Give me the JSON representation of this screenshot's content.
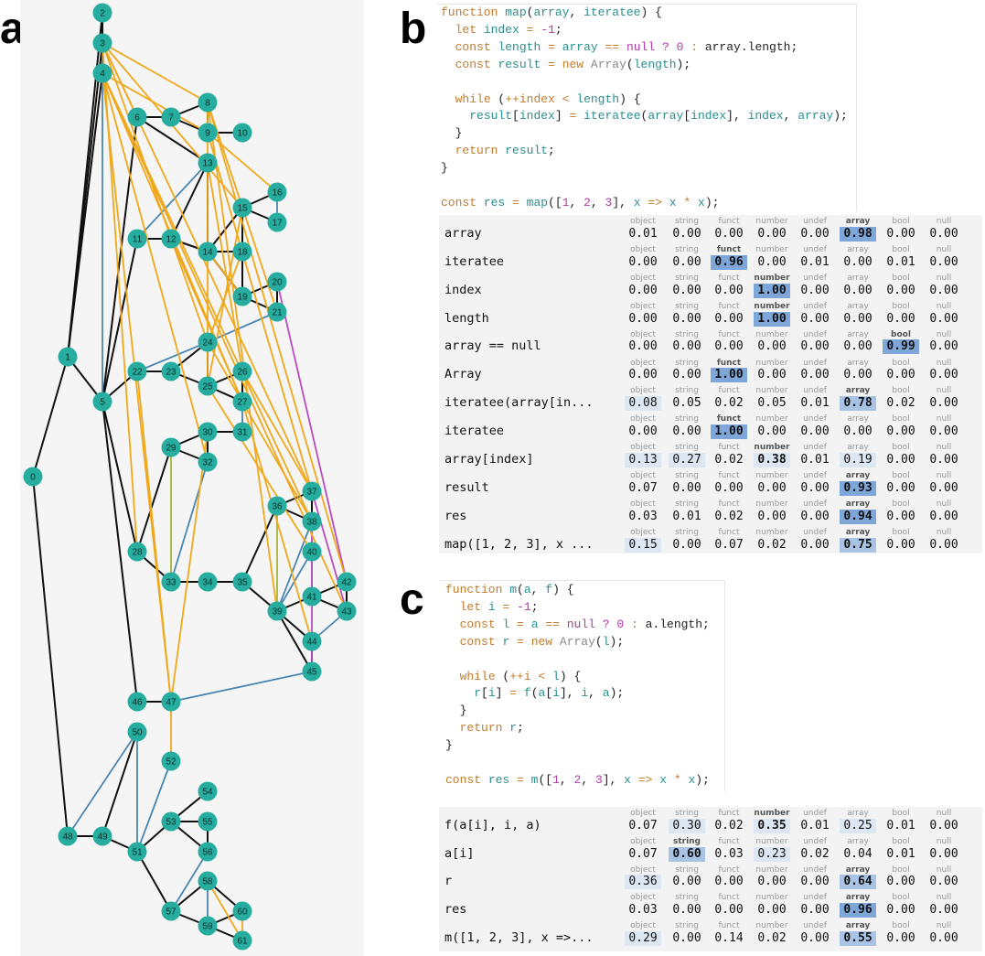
{
  "labels": {
    "a": "a",
    "b": "b",
    "c": "c"
  },
  "colors": {
    "node": "#26ad9f",
    "black": "#111111",
    "orange": "#f0a81b",
    "blue": "#4a86b0",
    "purple": "#b84cc0",
    "olive": "#a6b43a",
    "cell_strong": "#7fa6d8",
    "cell_mid": "#a9c3e5",
    "cell_light": "#dde7f3"
  },
  "graph": {
    "nodes": [
      {
        "id": "0"
      },
      {
        "id": "1"
      },
      {
        "id": "2"
      },
      {
        "id": "3"
      },
      {
        "id": "4"
      },
      {
        "id": "5"
      },
      {
        "id": "6"
      },
      {
        "id": "7"
      },
      {
        "id": "8"
      },
      {
        "id": "9"
      },
      {
        "id": "10"
      },
      {
        "id": "11"
      },
      {
        "id": "12"
      },
      {
        "id": "13"
      },
      {
        "id": "14"
      },
      {
        "id": "15"
      },
      {
        "id": "16"
      },
      {
        "id": "17"
      },
      {
        "id": "18"
      },
      {
        "id": "19"
      },
      {
        "id": "20"
      },
      {
        "id": "21"
      },
      {
        "id": "22"
      },
      {
        "id": "23"
      },
      {
        "id": "24"
      },
      {
        "id": "25"
      },
      {
        "id": "26"
      },
      {
        "id": "27"
      },
      {
        "id": "28"
      },
      {
        "id": "29"
      },
      {
        "id": "30"
      },
      {
        "id": "31"
      },
      {
        "id": "32"
      },
      {
        "id": "33"
      },
      {
        "id": "34"
      },
      {
        "id": "35"
      },
      {
        "id": "36"
      },
      {
        "id": "37"
      },
      {
        "id": "38"
      },
      {
        "id": "39"
      },
      {
        "id": "40"
      },
      {
        "id": "41"
      },
      {
        "id": "42"
      },
      {
        "id": "43"
      },
      {
        "id": "44"
      },
      {
        "id": "45"
      },
      {
        "id": "46"
      },
      {
        "id": "47"
      },
      {
        "id": "48"
      },
      {
        "id": "49"
      },
      {
        "id": "50"
      },
      {
        "id": "51"
      },
      {
        "id": "52"
      },
      {
        "id": "53"
      },
      {
        "id": "54"
      },
      {
        "id": "55"
      },
      {
        "id": "56"
      },
      {
        "id": "57"
      },
      {
        "id": "58"
      },
      {
        "id": "59"
      },
      {
        "id": "60"
      },
      {
        "id": "61"
      }
    ],
    "edges": [
      [
        "0",
        "1",
        "black"
      ],
      [
        "0",
        "48",
        "black"
      ],
      [
        "1",
        "2",
        "black"
      ],
      [
        "1",
        "3",
        "black"
      ],
      [
        "1",
        "4",
        "black"
      ],
      [
        "1",
        "5",
        "black"
      ],
      [
        "2",
        "3",
        "black"
      ],
      [
        "3",
        "4",
        "black"
      ],
      [
        "3",
        "5",
        "blue"
      ],
      [
        "5",
        "6",
        "black"
      ],
      [
        "5",
        "11",
        "black"
      ],
      [
        "5",
        "22",
        "black"
      ],
      [
        "5",
        "28",
        "black"
      ],
      [
        "5",
        "46",
        "black"
      ],
      [
        "6",
        "7",
        "black"
      ],
      [
        "6",
        "13",
        "black"
      ],
      [
        "7",
        "8",
        "black"
      ],
      [
        "7",
        "9",
        "black"
      ],
      [
        "8",
        "9",
        "black"
      ],
      [
        "9",
        "10",
        "black"
      ],
      [
        "11",
        "12",
        "black"
      ],
      [
        "11",
        "13",
        "blue"
      ],
      [
        "12",
        "13",
        "black"
      ],
      [
        "12",
        "14",
        "black"
      ],
      [
        "13",
        "14",
        "black"
      ],
      [
        "14",
        "15",
        "black"
      ],
      [
        "14",
        "18",
        "black"
      ],
      [
        "14",
        "19",
        "black"
      ],
      [
        "15",
        "16",
        "black"
      ],
      [
        "15",
        "17",
        "black"
      ],
      [
        "15",
        "18",
        "black"
      ],
      [
        "16",
        "17",
        "blue"
      ],
      [
        "18",
        "19",
        "black"
      ],
      [
        "19",
        "20",
        "black"
      ],
      [
        "19",
        "21",
        "black"
      ],
      [
        "20",
        "21",
        "black"
      ],
      [
        "22",
        "23",
        "black"
      ],
      [
        "23",
        "24",
        "black"
      ],
      [
        "23",
        "25",
        "black"
      ],
      [
        "24",
        "25",
        "black"
      ],
      [
        "25",
        "26",
        "black"
      ],
      [
        "25",
        "27",
        "black"
      ],
      [
        "26",
        "27",
        "black"
      ],
      [
        "28",
        "29",
        "black"
      ],
      [
        "28",
        "33",
        "black"
      ],
      [
        "29",
        "30",
        "black"
      ],
      [
        "29",
        "32",
        "black"
      ],
      [
        "30",
        "31",
        "black"
      ],
      [
        "30",
        "32",
        "black"
      ],
      [
        "33",
        "34",
        "black"
      ],
      [
        "34",
        "35",
        "black"
      ],
      [
        "35",
        "36",
        "black"
      ],
      [
        "35",
        "39",
        "black"
      ],
      [
        "36",
        "37",
        "black"
      ],
      [
        "36",
        "38",
        "black"
      ],
      [
        "36",
        "39",
        "olive"
      ],
      [
        "37",
        "38",
        "black"
      ],
      [
        "38",
        "39",
        "blue"
      ],
      [
        "39",
        "40",
        "blue"
      ],
      [
        "39",
        "41",
        "black"
      ],
      [
        "39",
        "44",
        "black"
      ],
      [
        "39",
        "45",
        "black"
      ],
      [
        "40",
        "41",
        "blue"
      ],
      [
        "41",
        "42",
        "black"
      ],
      [
        "41",
        "43",
        "black"
      ],
      [
        "42",
        "43",
        "black"
      ],
      [
        "43",
        "44",
        "blue"
      ],
      [
        "44",
        "45",
        "black"
      ],
      [
        "46",
        "47",
        "black"
      ],
      [
        "48",
        "49",
        "black"
      ],
      [
        "49",
        "50",
        "black"
      ],
      [
        "49",
        "51",
        "black"
      ],
      [
        "50",
        "51",
        "blue"
      ],
      [
        "51",
        "52",
        "blue"
      ],
      [
        "51",
        "53",
        "black"
      ],
      [
        "51",
        "57",
        "black"
      ],
      [
        "53",
        "54",
        "black"
      ],
      [
        "53",
        "55",
        "black"
      ],
      [
        "53",
        "56",
        "black"
      ],
      [
        "55",
        "56",
        "black"
      ],
      [
        "56",
        "57",
        "blue"
      ],
      [
        "57",
        "58",
        "black"
      ],
      [
        "57",
        "59",
        "black"
      ],
      [
        "58",
        "59",
        "blue"
      ],
      [
        "58",
        "60",
        "black"
      ],
      [
        "59",
        "60",
        "black"
      ],
      [
        "59",
        "61",
        "black"
      ],
      [
        "60",
        "61",
        "orange"
      ],
      [
        "58",
        "61",
        "orange"
      ],
      [
        "3",
        "6",
        "orange"
      ],
      [
        "3",
        "8",
        "orange"
      ],
      [
        "3",
        "15",
        "orange"
      ],
      [
        "3",
        "24",
        "orange"
      ],
      [
        "3",
        "28",
        "orange"
      ],
      [
        "3",
        "37",
        "orange"
      ],
      [
        "4",
        "9",
        "orange"
      ],
      [
        "4",
        "27",
        "orange"
      ],
      [
        "4",
        "38",
        "orange"
      ],
      [
        "4",
        "43",
        "orange"
      ],
      [
        "4",
        "47",
        "orange"
      ],
      [
        "8",
        "21",
        "orange"
      ],
      [
        "8",
        "25",
        "orange"
      ],
      [
        "8",
        "39",
        "orange"
      ],
      [
        "9",
        "16",
        "orange"
      ],
      [
        "9",
        "37",
        "orange"
      ],
      [
        "12",
        "27",
        "orange"
      ],
      [
        "13",
        "26",
        "orange"
      ],
      [
        "15",
        "25",
        "orange"
      ],
      [
        "18",
        "24",
        "orange"
      ],
      [
        "19",
        "14",
        "orange"
      ],
      [
        "24",
        "38",
        "orange"
      ],
      [
        "25",
        "40",
        "orange"
      ],
      [
        "27",
        "44",
        "orange"
      ],
      [
        "26",
        "37",
        "orange"
      ],
      [
        "30",
        "47",
        "orange"
      ],
      [
        "47",
        "52",
        "orange"
      ],
      [
        "8",
        "42",
        "orange"
      ],
      [
        "4",
        "32",
        "orange"
      ],
      [
        "22",
        "47",
        "orange"
      ],
      [
        "20",
        "42",
        "purple"
      ],
      [
        "37",
        "43",
        "purple"
      ],
      [
        "38",
        "45",
        "purple"
      ],
      [
        "24",
        "21",
        "blue"
      ],
      [
        "22",
        "24",
        "blue"
      ],
      [
        "33",
        "32",
        "blue"
      ],
      [
        "31",
        "27",
        "blue"
      ],
      [
        "45",
        "47",
        "blue"
      ],
      [
        "48",
        "50",
        "blue"
      ],
      [
        "29",
        "33",
        "olive"
      ]
    ]
  },
  "code_b": {
    "lines": [
      "function map(array, iteratee) {",
      "  let index = -1;",
      "  const length = array == null ? 0 : array.length;",
      "  const result = new Array(length);",
      "",
      "  while (++index < length) {",
      "    result[index] = iteratee(array[index], index, array);",
      "  }",
      "  return result;",
      "}",
      "",
      "const res = map([1, 2, 3], x => x * x);"
    ]
  },
  "code_c": {
    "lines": [
      "function m(a, f) {",
      "  let i = -1;",
      "  const l = a == null ? 0 : a.length;",
      "  const r = new Array(l);",
      "",
      "  while (++i < l) {",
      "    r[i] = f(a[i], i, a);",
      "  }",
      "  return r;",
      "}",
      "",
      "const res = m([1, 2, 3], x => x * x);"
    ]
  },
  "type_headers": [
    "object",
    "string",
    "funct",
    "number",
    "undef",
    "array",
    "bool",
    "null"
  ],
  "table_b": [
    {
      "label": "array",
      "values": [
        "0.01",
        "0.00",
        "0.00",
        "0.00",
        "0.00",
        "0.98",
        "0.00",
        "0.00"
      ],
      "best": 5,
      "hl": {
        "5": "strong"
      }
    },
    {
      "label": "iteratee",
      "values": [
        "0.00",
        "0.00",
        "0.96",
        "0.00",
        "0.01",
        "0.00",
        "0.01",
        "0.00"
      ],
      "best": 2,
      "hl": {
        "2": "strong"
      }
    },
    {
      "label": "index",
      "values": [
        "0.00",
        "0.00",
        "0.00",
        "1.00",
        "0.00",
        "0.00",
        "0.00",
        "0.00"
      ],
      "best": 3,
      "hl": {
        "3": "strong"
      }
    },
    {
      "label": "length",
      "values": [
        "0.00",
        "0.00",
        "0.00",
        "1.00",
        "0.00",
        "0.00",
        "0.00",
        "0.00"
      ],
      "best": 3,
      "hl": {
        "3": "strong"
      }
    },
    {
      "label": "array == null",
      "values": [
        "0.00",
        "0.00",
        "0.00",
        "0.00",
        "0.00",
        "0.00",
        "0.99",
        "0.00"
      ],
      "best": 6,
      "hl": {
        "6": "strong"
      }
    },
    {
      "label": "Array",
      "values": [
        "0.00",
        "0.00",
        "1.00",
        "0.00",
        "0.00",
        "0.00",
        "0.00",
        "0.00"
      ],
      "best": 2,
      "hl": {
        "2": "strong"
      }
    },
    {
      "label": "iteratee(array[in...",
      "values": [
        "0.08",
        "0.05",
        "0.02",
        "0.05",
        "0.01",
        "0.78",
        "0.02",
        "0.00"
      ],
      "best": 5,
      "hl": {
        "0": "light",
        "5": "mid"
      }
    },
    {
      "label": "iteratee",
      "values": [
        "0.00",
        "0.00",
        "1.00",
        "0.00",
        "0.00",
        "0.00",
        "0.00",
        "0.00"
      ],
      "best": 2,
      "hl": {
        "2": "strong"
      }
    },
    {
      "label": "array[index]",
      "values": [
        "0.13",
        "0.27",
        "0.02",
        "0.38",
        "0.01",
        "0.19",
        "0.00",
        "0.00"
      ],
      "best": 3,
      "hl": {
        "0": "light",
        "1": "light",
        "3": "light",
        "5": "light"
      }
    },
    {
      "label": "result",
      "values": [
        "0.07",
        "0.00",
        "0.00",
        "0.00",
        "0.00",
        "0.93",
        "0.00",
        "0.00"
      ],
      "best": 5,
      "hl": {
        "5": "strong"
      }
    },
    {
      "label": "res",
      "values": [
        "0.03",
        "0.01",
        "0.02",
        "0.00",
        "0.00",
        "0.94",
        "0.00",
        "0.00"
      ],
      "best": 5,
      "hl": {
        "5": "strong"
      }
    },
    {
      "label": "map([1, 2, 3], x ...",
      "values": [
        "0.15",
        "0.00",
        "0.07",
        "0.02",
        "0.00",
        "0.75",
        "0.00",
        "0.00"
      ],
      "best": 5,
      "hl": {
        "0": "light",
        "5": "mid"
      }
    }
  ],
  "table_c": [
    {
      "label": "f(a[i], i, a)",
      "values": [
        "0.07",
        "0.30",
        "0.02",
        "0.35",
        "0.01",
        "0.25",
        "0.01",
        "0.00"
      ],
      "best": 3,
      "hl": {
        "1": "light",
        "3": "light",
        "5": "light"
      }
    },
    {
      "label": "a[i]",
      "values": [
        "0.07",
        "0.60",
        "0.03",
        "0.23",
        "0.02",
        "0.04",
        "0.01",
        "0.00"
      ],
      "best": 1,
      "hl": {
        "1": "mid",
        "3": "light"
      }
    },
    {
      "label": "r",
      "values": [
        "0.36",
        "0.00",
        "0.00",
        "0.00",
        "0.00",
        "0.64",
        "0.00",
        "0.00"
      ],
      "best": 5,
      "hl": {
        "0": "light",
        "5": "mid"
      }
    },
    {
      "label": "res",
      "values": [
        "0.03",
        "0.00",
        "0.00",
        "0.00",
        "0.00",
        "0.96",
        "0.00",
        "0.00"
      ],
      "best": 5,
      "hl": {
        "5": "strong"
      }
    },
    {
      "label": "m([1, 2, 3], x =>...",
      "values": [
        "0.29",
        "0.00",
        "0.14",
        "0.02",
        "0.00",
        "0.55",
        "0.00",
        "0.00"
      ],
      "best": 5,
      "hl": {
        "0": "light",
        "5": "mid"
      }
    }
  ]
}
